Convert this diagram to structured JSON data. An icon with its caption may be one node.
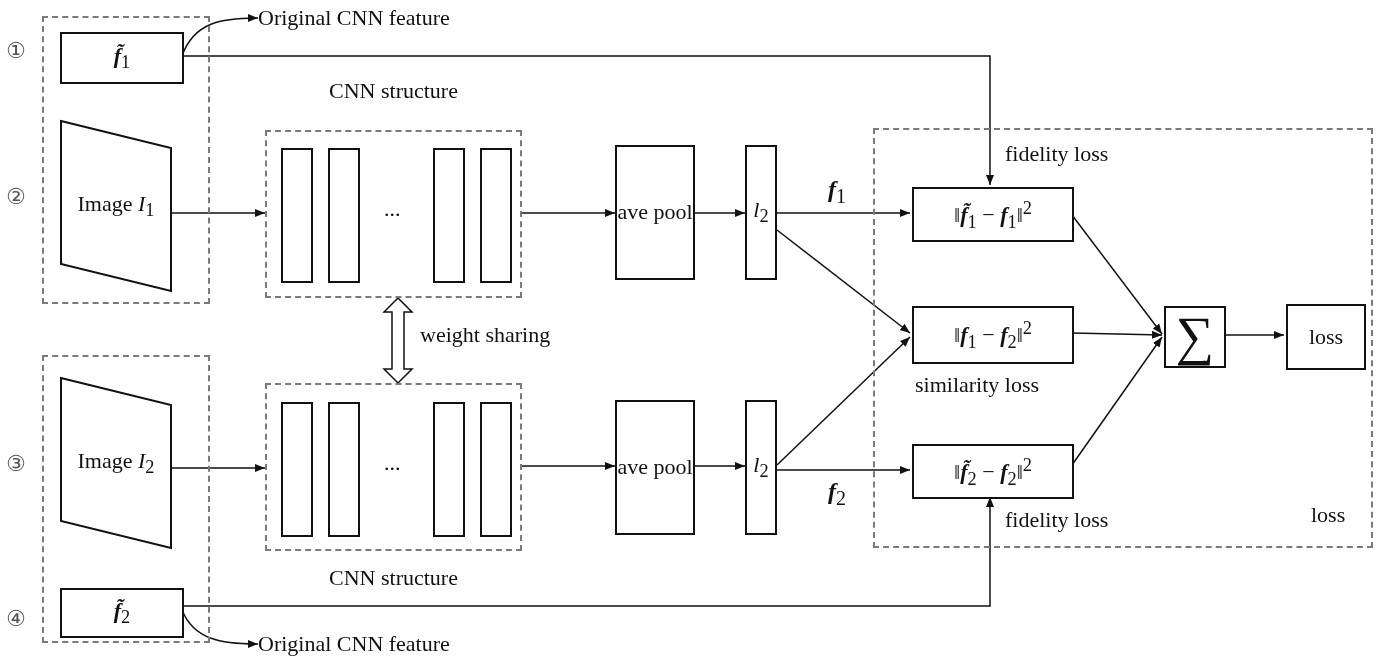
{
  "diagram": {
    "nodes": [
      {
        "text": [],
        "shape": "box"
      },
      {
        "text": [
          "**f̃**$_{1}$"
        ],
        "in": 0
      },
      {
        "text": [
          "Original CNN feature"
        ]
      },
      {
        "text": [
          "Image *I*$_{1}$"
        ],
        "in": 0
      },
      {
        "text": [
          "CNN structure"
        ]
      },
      {
        "text": [],
        "shape": "bar",
        "in": 4
      },
      {
        "text": [],
        "shape": "bar",
        "in": 4
      },
      {
        "text": [],
        "shape": "bar",
        "in": 4
      },
      {
        "text": [],
        "shape": "bar",
        "in": 4
      },
      {
        "text": [
          "ave pool"
        ]
      },
      {
        "text": [
          "*l*$_{2}$"
        ]
      },
      {
        "text": [],
        "shape": "box"
      },
      {
        "text": [
          "Image *I*$_{2}$"
        ],
        "in": 11
      },
      {
        "text": [
          "**f̃**$_{2}$"
        ],
        "in": 11
      },
      {
        "text": [
          "Original CNN feature"
        ]
      },
      {
        "text": [
          "CNN structure"
        ]
      },
      {
        "text": [],
        "shape": "bar",
        "in": 15
      },
      {
        "text": [],
        "shape": "bar",
        "in": 15
      },
      {
        "text": [],
        "shape": "bar",
        "in": 15
      },
      {
        "text": [],
        "shape": "bar",
        "in": 15
      },
      {
        "text": [
          "ave pool"
        ]
      },
      {
        "text": [
          "*l*$_{2}$"
        ]
      },
      {
        "text": [
          "loss"
        ]
      },
      {
        "text": [
          "‖**f̃**$_{1}$ − **f**$_{1}$‖$^{2}$"
        ],
        "in": 22,
        "beside": [
          "fidelity loss"
        ]
      },
      {
        "text": [
          "‖**f**$_{1}$ − **f**$_{2}$‖$^{2}$"
        ],
        "in": 22,
        "beside": [
          "similarity loss"
        ]
      },
      {
        "text": [
          "‖**f̃**$_{2}$ − **f**$_{2}$‖$^{2}$"
        ],
        "in": 22,
        "beside": [
          "fidelity loss"
        ]
      },
      {
        "text": [
          "∑"
        ],
        "in": 22
      },
      {
        "text": [
          "loss"
        ],
        "in": 22
      }
    ],
    "edges": [
      {
        "from": 1,
        "to": 2,
        "arrow": "to"
      },
      {
        "from": 1,
        "to": 23,
        "arrow": "to"
      },
      {
        "from": 3,
        "to": 4,
        "arrow": "to"
      },
      {
        "from": 4,
        "to": 9,
        "arrow": "to"
      },
      {
        "from": 9,
        "to": 10,
        "arrow": "to"
      },
      {
        "from": 10,
        "to": 23,
        "arrow": "to",
        "label": "**f**$_{1}$"
      },
      {
        "from": 10,
        "to": 24,
        "arrow": "to"
      },
      {
        "from": 21,
        "to": 24,
        "arrow": "to"
      },
      {
        "from": 21,
        "to": 25,
        "arrow": "to",
        "label": "**f**$_{2}$"
      },
      {
        "from": 12,
        "to": 15,
        "arrow": "to"
      },
      {
        "from": 15,
        "to": 20,
        "arrow": "to"
      },
      {
        "from": 20,
        "to": 21,
        "arrow": "to"
      },
      {
        "from": 13,
        "to": 14,
        "arrow": "to"
      },
      {
        "from": 13,
        "to": 25,
        "arrow": "to"
      },
      {
        "from": 23,
        "to": 26,
        "arrow": "to"
      },
      {
        "from": 24,
        "to": 26,
        "arrow": "to"
      },
      {
        "from": 25,
        "to": 26,
        "arrow": "to"
      },
      {
        "from": 26,
        "to": 27,
        "arrow": "to"
      },
      {
        "from": 4,
        "to": 15,
        "arrow": "both",
        "style": "thick",
        "label": "weight sharing"
      }
    ],
    "labels": [
      "①",
      "②",
      "...",
      "③",
      "...",
      "④"
    ]
  }
}
